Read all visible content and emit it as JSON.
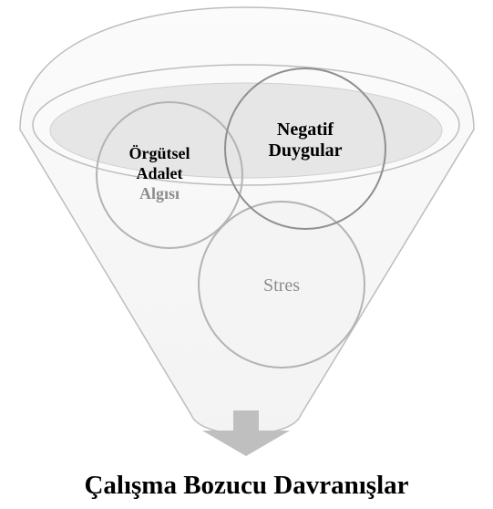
{
  "diagram": {
    "circles": [
      {
        "id": "orgutsel-adalet",
        "lines": [
          "Örgütsel",
          "Adalet",
          "Algısı"
        ],
        "line_colors": [
          "#000000",
          "#000000",
          "#8c8c8c"
        ],
        "bold": true
      },
      {
        "id": "negatif-duygular",
        "lines": [
          "Negatif",
          "Duygular"
        ],
        "line_colors": [
          "#000000",
          "#000000"
        ],
        "bold": true
      },
      {
        "id": "stres",
        "lines": [
          "Stres"
        ],
        "line_colors": [
          "#8c8c8c"
        ],
        "bold": false
      }
    ],
    "output_label": "Çalışma Bozucu Davranışlar",
    "colors": {
      "funnel_stroke": "#bdbdbd",
      "funnel_fill": "#f7f7f7",
      "inner_ellipse_fill": "#e6e6e6",
      "circle_stroke": "#b3b3b3",
      "negatif_circle_stroke": "#8f8f8f",
      "arrow": "#bfbfbf",
      "text_dark": "#000000",
      "text_gray": "#8c8c8c"
    }
  }
}
